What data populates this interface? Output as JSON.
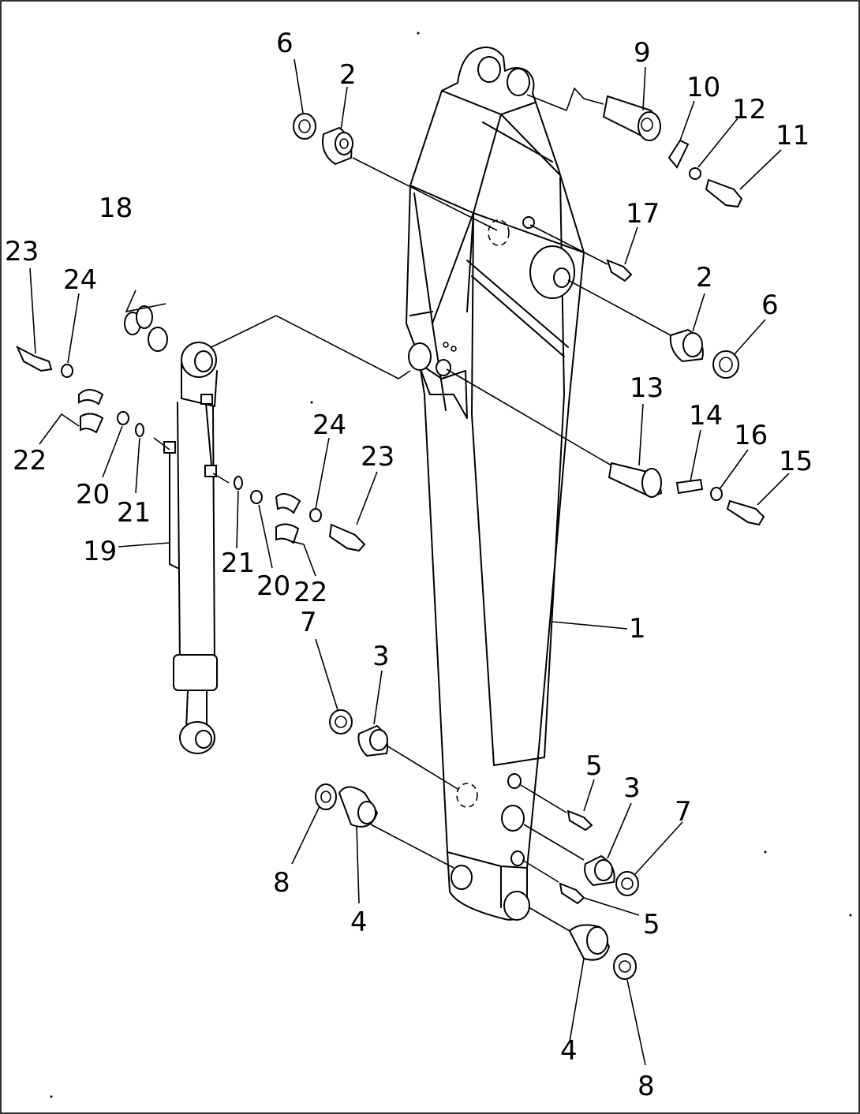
{
  "diagram": {
    "callouts": [
      "1",
      "2",
      "2",
      "3",
      "3",
      "4",
      "4",
      "5",
      "5",
      "6",
      "6",
      "7",
      "7",
      "8",
      "8",
      "9",
      "10",
      "11",
      "12",
      "13",
      "14",
      "15",
      "16",
      "17",
      "18",
      "19",
      "20",
      "20",
      "21",
      "21",
      "22",
      "22",
      "23",
      "23",
      "24",
      "24"
    ]
  }
}
